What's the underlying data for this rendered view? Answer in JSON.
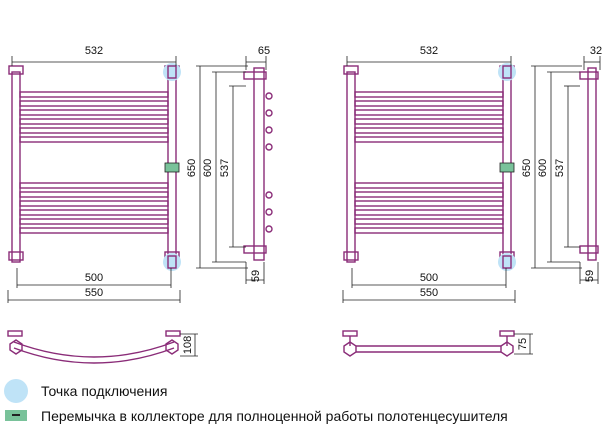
{
  "colors": {
    "pipe": "#8a2c78",
    "dimension": "#222222",
    "connection_point": "#bfe3f7",
    "jumper": "#79c29a"
  },
  "diagrams": [
    {
      "width_top": "532",
      "depth_top": "65",
      "height_total": "650",
      "height_mid": "600",
      "height_inner": "537",
      "side_bottom": "59",
      "width_center": "500",
      "width_total": "550",
      "bottom_depth": "108"
    },
    {
      "width_top": "532",
      "depth_top": "32",
      "height_total": "650",
      "height_mid": "600",
      "height_inner": "537",
      "side_bottom": "59",
      "width_center": "500",
      "width_total": "550",
      "bottom_depth": "75"
    }
  ],
  "legend": {
    "connection_label": "Точка подключения",
    "jumper_label": "Перемычка в коллекторе для полноценной работы полотенцесушителя"
  }
}
